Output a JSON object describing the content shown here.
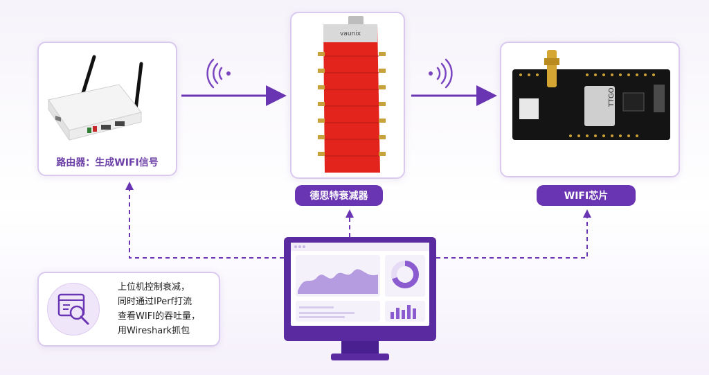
{
  "router": {
    "label": "路由器：生成WIFI信号"
  },
  "attenuator": {
    "label": "德思特衰减器",
    "brand": "vaunix"
  },
  "chip": {
    "label": "WIFI芯片",
    "brand": "TTGO"
  },
  "note": {
    "lines": [
      "上位机控制衰减，",
      "同时通过IPerf打流",
      "查看WIFI的吞吐量，",
      "用Wireshark抓包"
    ]
  },
  "icons": [
    "wifi-signal-icon",
    "document-search-icon",
    "monitor-icon"
  ],
  "colors": {
    "accent": "#6a35b3",
    "border": "#d9c9ef",
    "attenuator_body": "#e3241c"
  }
}
